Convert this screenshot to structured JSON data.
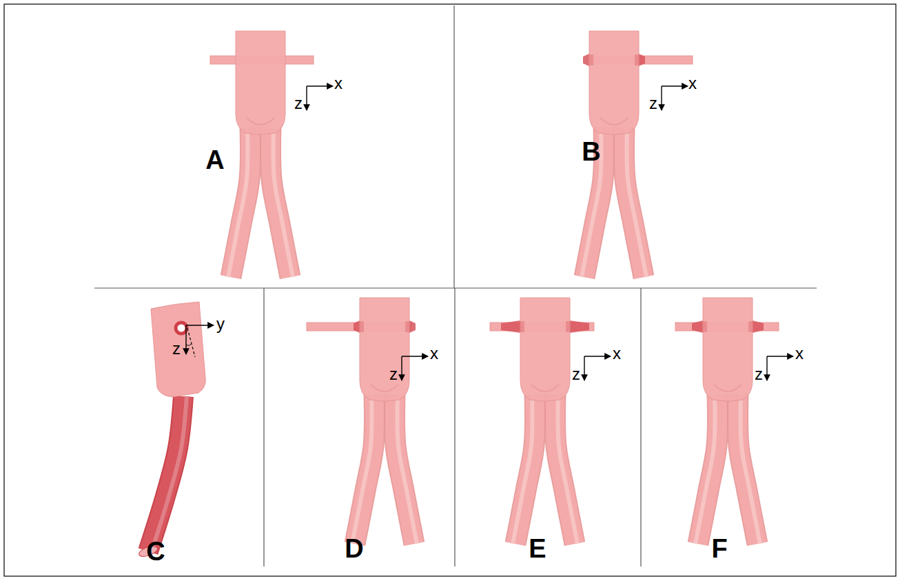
{
  "diagram": {
    "labels": [
      "x",
      "z",
      "A",
      "x",
      "z",
      "B",
      "y",
      "z",
      "C",
      "x",
      "z",
      "D",
      "x",
      "z",
      "E",
      "x",
      "z",
      "F"
    ]
  }
}
